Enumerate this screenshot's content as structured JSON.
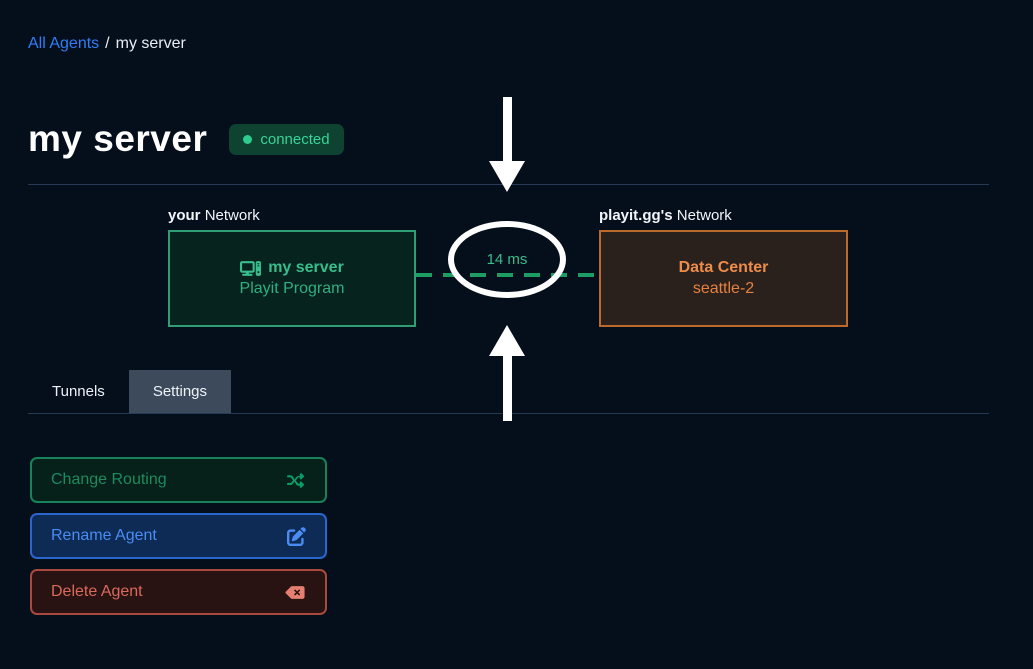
{
  "breadcrumb": {
    "link_label": "All Agents",
    "separator": "/",
    "current_label": "my server"
  },
  "header": {
    "title": "my server",
    "status_badge": "connected"
  },
  "diagram": {
    "left_label_bold": "your",
    "left_label_rest": "Network",
    "left_box_title": "my server",
    "left_box_subtitle": "Playit Program",
    "right_label_bold": "playit.gg's",
    "right_label_rest": "Network",
    "right_box_title": "Data Center",
    "right_box_subtitle": "seattle-2",
    "latency": "14 ms"
  },
  "tabs": [
    {
      "label": "Tunnels",
      "active": false
    },
    {
      "label": "Settings",
      "active": true
    }
  ],
  "actions": [
    {
      "label": "Change Routing",
      "icon": "shuffle-icon"
    },
    {
      "label": "Rename Agent",
      "icon": "edit-icon"
    },
    {
      "label": "Delete Agent",
      "icon": "backspace-icon"
    }
  ],
  "colors": {
    "background": "#050e1b",
    "accent_green": "#38bd8d",
    "green_border": "#2f9e75",
    "dash_green": "#1d9c63",
    "accent_orange": "#e6813f",
    "orange_border": "#bc6a2b",
    "accent_blue": "#4a8cf2",
    "accent_red": "#da695b",
    "link_blue": "#2e7ef7",
    "badge_bg": "#0e4231",
    "badge_text": "#3ad398",
    "tab_active_bg": "#3d4a5c",
    "annotation_white": "#ffffff"
  }
}
